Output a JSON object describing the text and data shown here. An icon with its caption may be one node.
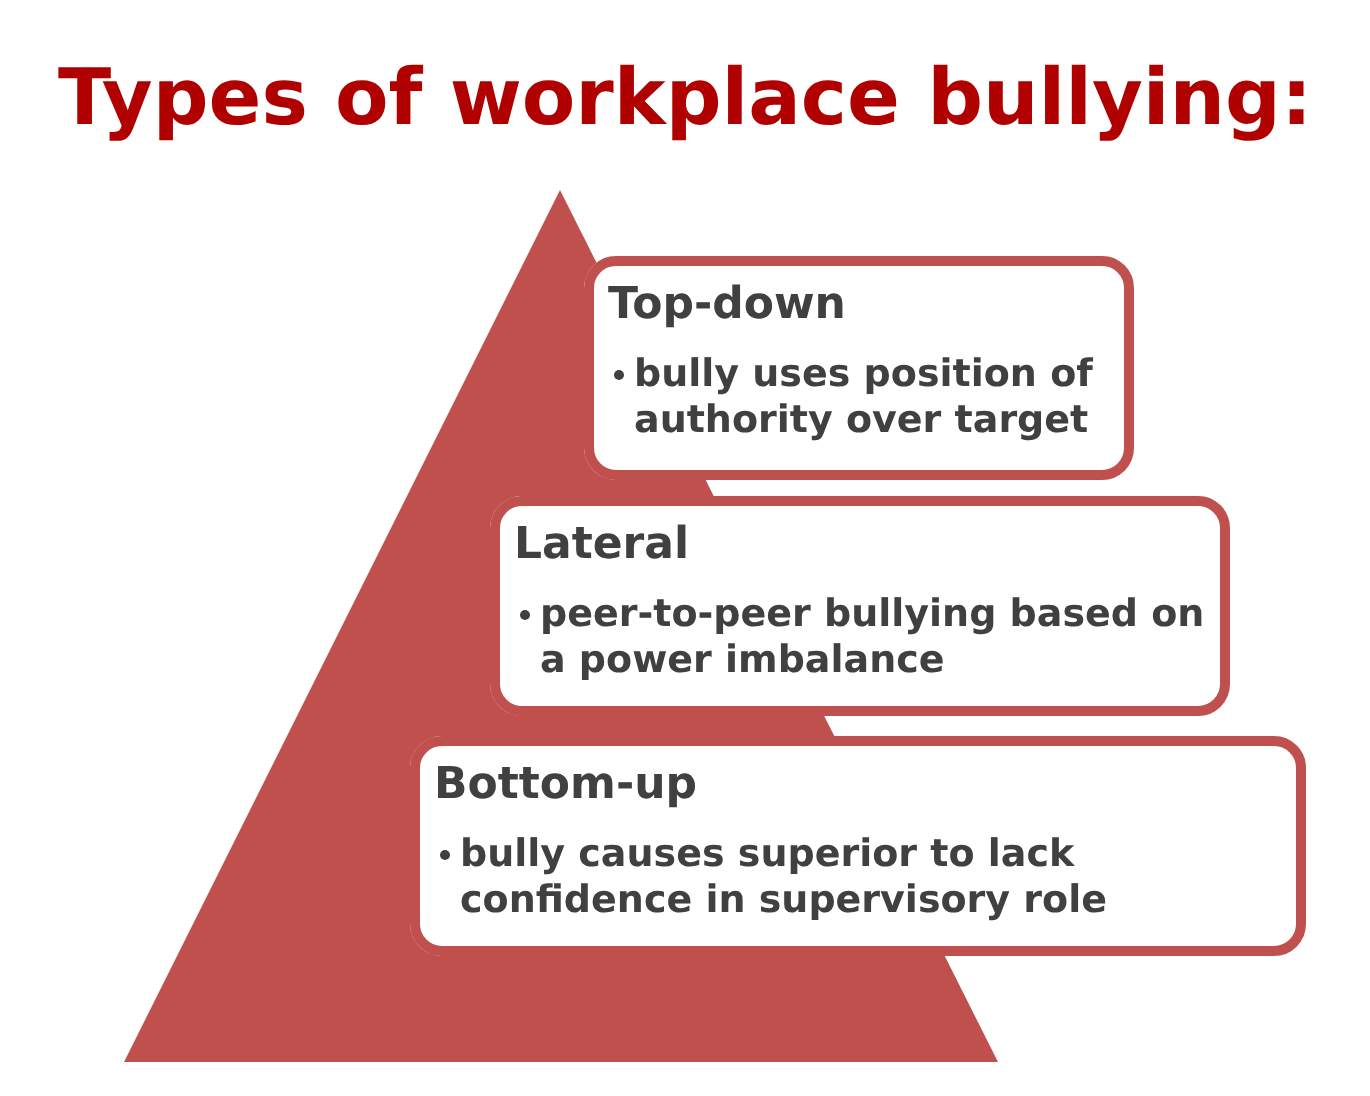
{
  "diagram": {
    "title": "Types of workplace bullying:",
    "nodes": [
      {
        "text": [
          "Top-down",
          "bully uses position of authority over target"
        ]
      },
      {
        "text": [
          "Lateral",
          "peer-to-peer bullying based on a power imbalance"
        ]
      },
      {
        "text": [
          "Bottom-up",
          "bully causes superior to lack confidence in supervisory role"
        ]
      }
    ]
  }
}
